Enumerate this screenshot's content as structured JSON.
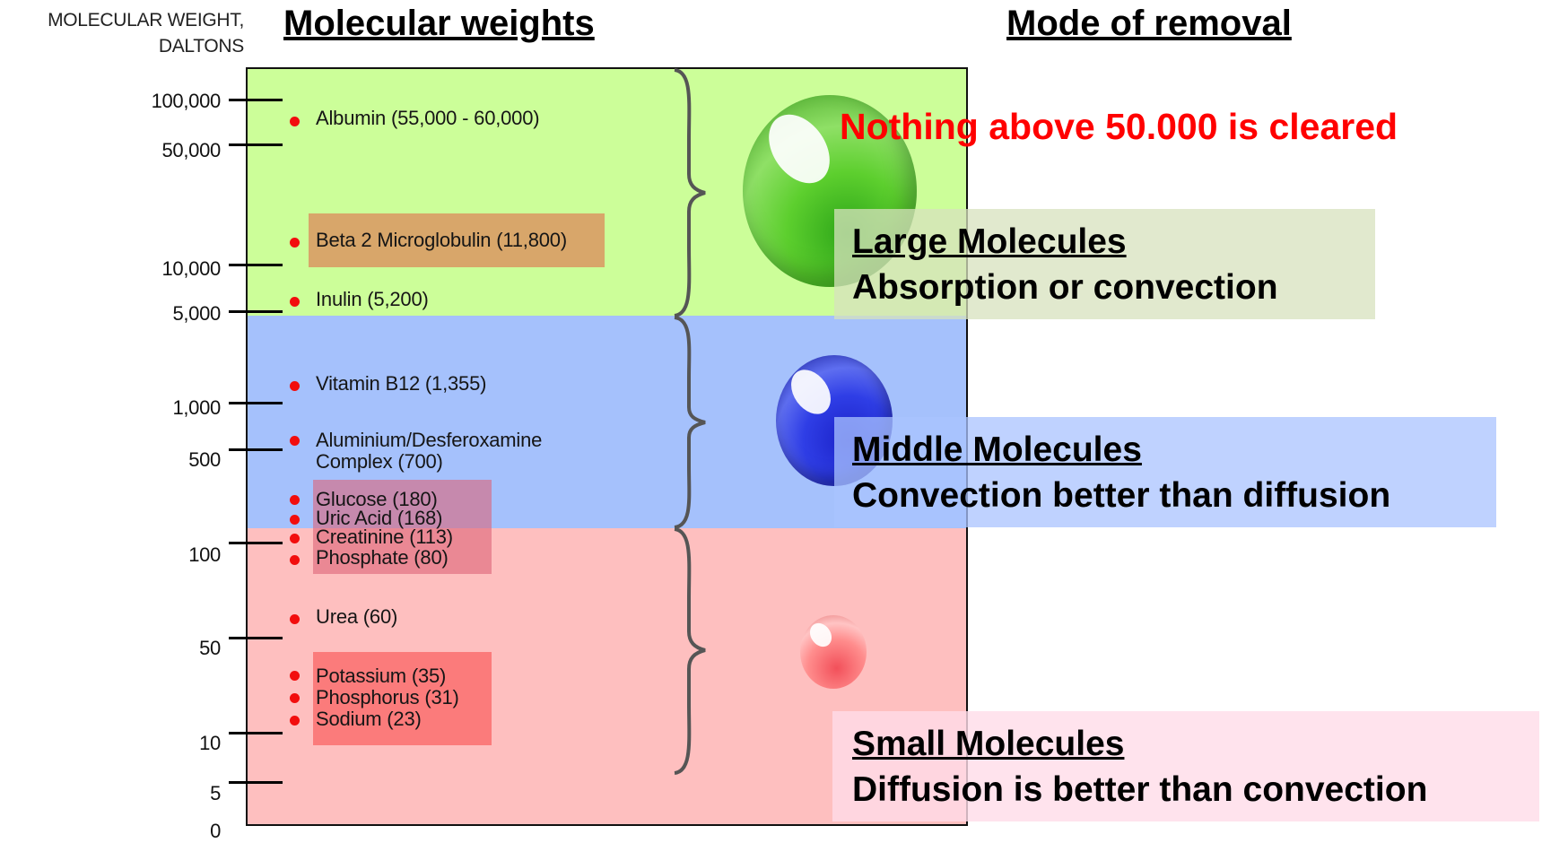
{
  "axis_title_line1": "MOLECULAR WEIGHT,",
  "axis_title_line2": "DALTONS",
  "heading_left": "Molecular weights",
  "heading_right": "Mode of removal",
  "ticks": [
    "100,000",
    "50,000",
    "10,000",
    "5,000",
    "1,000",
    "500",
    "100",
    "50",
    "10",
    "5",
    "0"
  ],
  "molecules": [
    {
      "line1": "Albumin (55,000 - 60,000)"
    },
    {
      "line1": "Beta 2 Microglobulin (11,800)"
    },
    {
      "line1": "Inulin (5,200)"
    },
    {
      "line1": "Vitamin B12 (1,355)"
    },
    {
      "line1": "Aluminium/Desferoxamine",
      "line2": "Complex (700)"
    },
    {
      "line1": "Glucose (180)"
    },
    {
      "line1": "Uric Acid (168)"
    },
    {
      "line1": "Creatinine (113)"
    },
    {
      "line1": "Phosphate (80)"
    },
    {
      "line1": "Urea (60)"
    },
    {
      "line1": "Potassium (35)"
    },
    {
      "line1": "Phosphorus (31)"
    },
    {
      "line1": "Sodium (23)"
    }
  ],
  "cleared_note": "Nothing above 50.000 is cleared",
  "removal": {
    "large": {
      "title": "Large Molecules",
      "mode": "Absorption or convection"
    },
    "middle": {
      "title": "Middle Molecules",
      "mode": "Convection better than diffusion"
    },
    "small": {
      "title": "Small Molecules",
      "mode": "Diffusion is better than convection"
    }
  },
  "colors": {
    "large_band": "#ccfe99",
    "middle_band": "#a5c1fc",
    "small_band": "#febfbf",
    "dot": "#f20d0d",
    "note": "#ff0000"
  }
}
